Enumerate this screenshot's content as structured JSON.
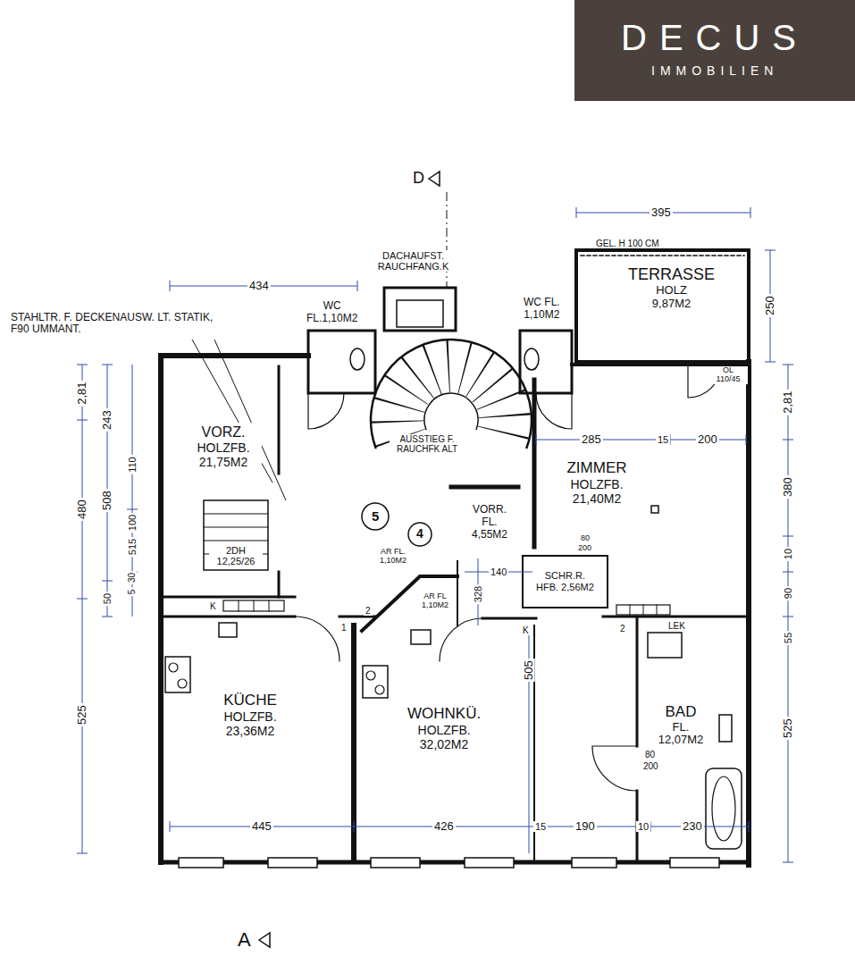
{
  "diagram": {
    "nodes": [
      {
        "text": [
          "WC",
          "FL.1,10M2"
        ]
      },
      {
        "text": [
          "WC FL.",
          "1,10M2"
        ]
      },
      {
        "text": [
          "TERRASSE",
          "HOLZ 9,87M2"
        ]
      },
      {
        "text": [
          "VORZ.",
          "HOLZFB. 21,75M2"
        ]
      },
      {
        "text": [
          "ZIMMER",
          "HOLZFB. 21,40M2"
        ]
      },
      {
        "text": [
          "VORR.",
          "FL. 4,55M2"
        ]
      },
      {
        "text": [
          "SCHR.R.",
          "HFB. 2,56M2"
        ]
      },
      {
        "text": [
          "AR FL.",
          "1,10M2"
        ]
      },
      {
        "text": [
          "AR FL",
          "1,10M2"
        ]
      },
      {
        "text": [
          "KÜCHE",
          "HOLZFB. 23,36M2"
        ]
      },
      {
        "text": [
          "WOHNKÜ.",
          "HOLZFB. 32,02M2"
        ]
      },
      {
        "text": [
          "BAD",
          "FL. 12,07M2"
        ]
      }
    ],
    "labels": [
      "DECUS",
      "IMMOBILIEN",
      "D",
      "A",
      "DACHAUFST. RAUCHFANG.K",
      "STAHLTR. F. DECKENAUSW. LT. STATIK, F90 UMMANT.",
      "434",
      "395",
      "250",
      "GEL. H 100 CM",
      "285",
      "15",
      "200",
      "2,81",
      "380",
      "10",
      "90",
      "55",
      "525",
      "2,81",
      "243",
      "480",
      "508",
      "110",
      "100",
      "515",
      "30",
      "5",
      "50",
      "525",
      "445",
      "426",
      "15",
      "190",
      "10",
      "230",
      "505",
      "328",
      "140",
      "AUSSTIEG F. RAUCHFK ALT",
      "5",
      "4",
      "2DH 12,25/26",
      "K",
      "1",
      "2",
      "K",
      "2",
      "LEK",
      "80",
      "200",
      "80",
      "200",
      "OL 110/45"
    ]
  }
}
